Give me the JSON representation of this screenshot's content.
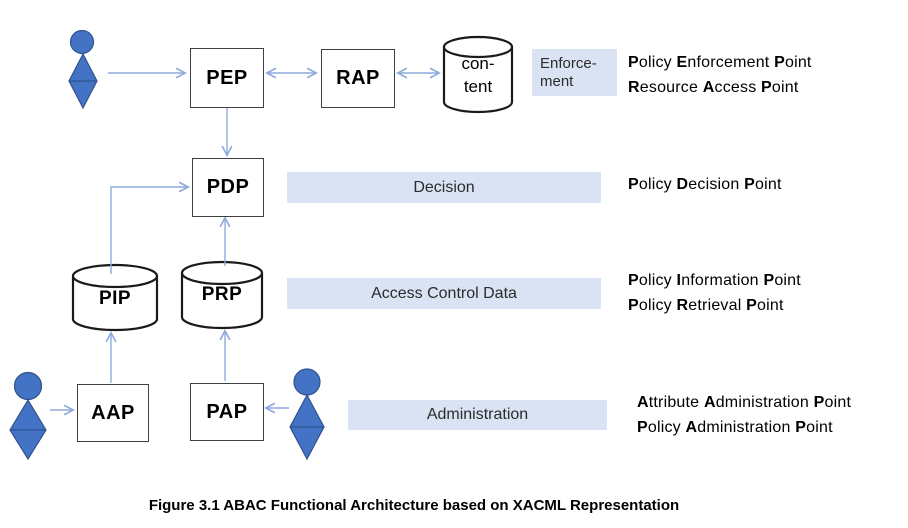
{
  "colors": {
    "banner_bg": "#dae3f3",
    "arrow": "#8faadc",
    "person_fill": "#4472c4",
    "person_stroke": "#2f528f",
    "box_border": "#3f3f3f",
    "cylinder_stroke": "#1a1a1a"
  },
  "icons": {
    "actor_enforcement": "person-icon",
    "actor_aap": "person-icon",
    "actor_pap": "person-icon",
    "content_store": "database-cylinder-icon",
    "pip_store": "database-cylinder-icon",
    "prp_store": "database-cylinder-icon"
  },
  "nodes": {
    "pep": "PEP",
    "rap": "RAP",
    "pdp": "PDP",
    "pip": "PIP",
    "prp": "PRP",
    "aap": "AAP",
    "pap": "PAP",
    "content_store": {
      "line1": "con-",
      "line2": "tent"
    }
  },
  "banners": {
    "enforcement": {
      "line1": "Enforce-",
      "line2": "ment"
    },
    "decision": "Decision",
    "access_control_data": "Access Control Data",
    "administration": "Administration"
  },
  "legend": {
    "pep": [
      {
        "t": "P",
        "b": true
      },
      {
        "t": "olicy "
      },
      {
        "t": "E",
        "b": true
      },
      {
        "t": "nforcement "
      },
      {
        "t": "P",
        "b": true
      },
      {
        "t": "oint"
      }
    ],
    "rap": [
      {
        "t": "R",
        "b": true
      },
      {
        "t": "esource "
      },
      {
        "t": "A",
        "b": true
      },
      {
        "t": "ccess "
      },
      {
        "t": "P",
        "b": true
      },
      {
        "t": "oint"
      }
    ],
    "pdp": [
      {
        "t": "P",
        "b": true
      },
      {
        "t": "olicy "
      },
      {
        "t": "D",
        "b": true
      },
      {
        "t": "ecision "
      },
      {
        "t": "P",
        "b": true
      },
      {
        "t": "oint"
      }
    ],
    "pip": [
      {
        "t": "P",
        "b": true
      },
      {
        "t": "olicy "
      },
      {
        "t": "I",
        "b": true
      },
      {
        "t": "nformation "
      },
      {
        "t": "P",
        "b": true
      },
      {
        "t": "oint"
      }
    ],
    "prp": [
      {
        "t": "P",
        "b": true
      },
      {
        "t": "olicy "
      },
      {
        "t": "R",
        "b": true
      },
      {
        "t": "etrieval "
      },
      {
        "t": "P",
        "b": true
      },
      {
        "t": "oint"
      }
    ],
    "aap": [
      {
        "t": "A",
        "b": true
      },
      {
        "t": "ttribute "
      },
      {
        "t": "A",
        "b": true
      },
      {
        "t": "dministration "
      },
      {
        "t": "P",
        "b": true
      },
      {
        "t": "oint"
      }
    ],
    "pap": [
      {
        "t": "P",
        "b": true
      },
      {
        "t": "olicy "
      },
      {
        "t": "A",
        "b": true
      },
      {
        "t": "dministration "
      },
      {
        "t": "P",
        "b": true
      },
      {
        "t": "oint"
      }
    ]
  },
  "caption": "Figure 3.1 ABAC Functional Architecture based on XACML Representation"
}
